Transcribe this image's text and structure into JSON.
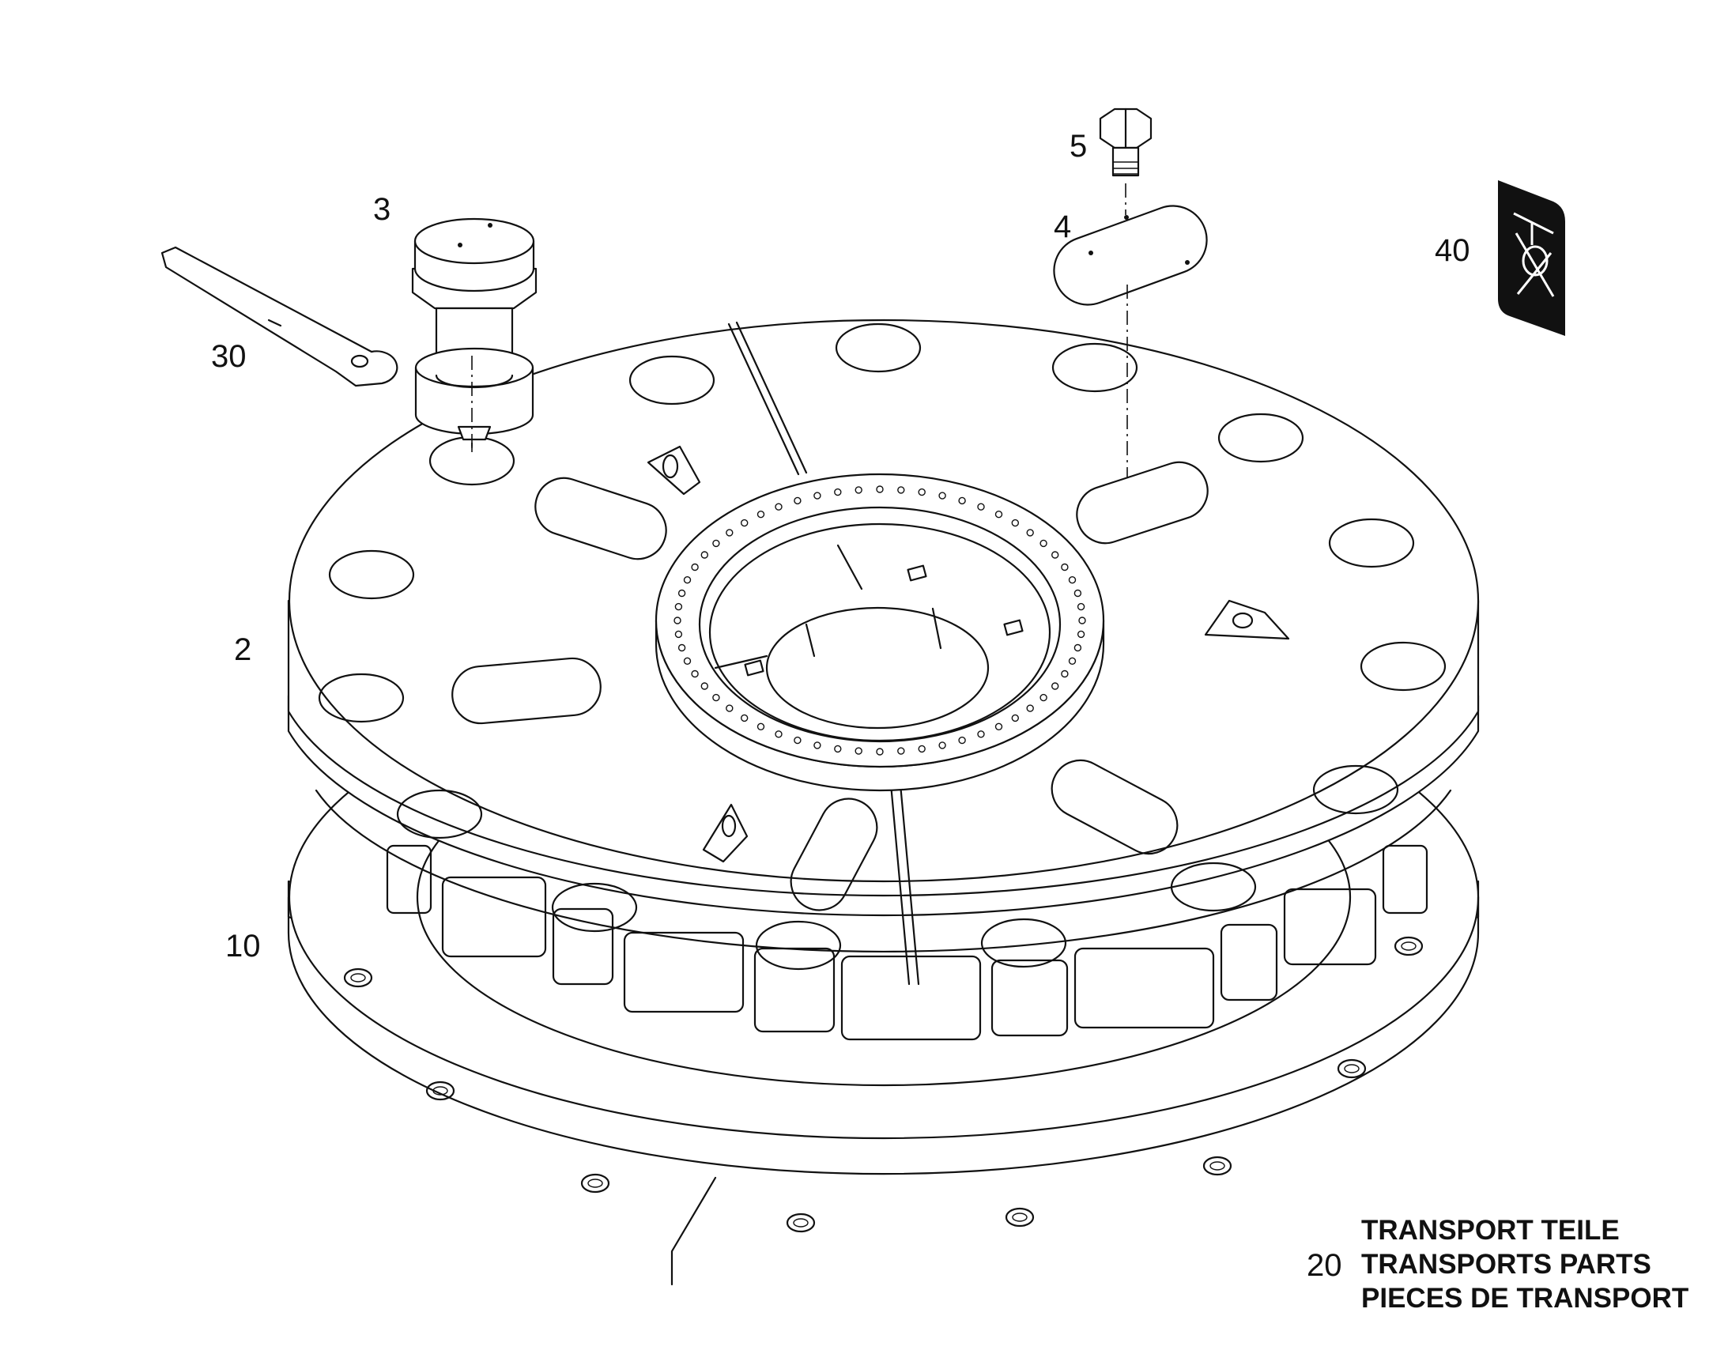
{
  "callouts": {
    "c2": "2",
    "c3": "3",
    "c4": "4",
    "c5": "5",
    "c10": "10",
    "c20": "20",
    "c30": "30",
    "c40": "40"
  },
  "transport_note": {
    "line1": "TRANSPORT TEILE",
    "line2": "TRANSPORTS PARTS",
    "line3": "PIECES DE TRANSPORT"
  },
  "colors": {
    "ink": "#111111",
    "paper": "#ffffff",
    "label_plate": "#111111"
  },
  "icons": {
    "label_plate_symbol": "no-lifting-hook-icon"
  }
}
